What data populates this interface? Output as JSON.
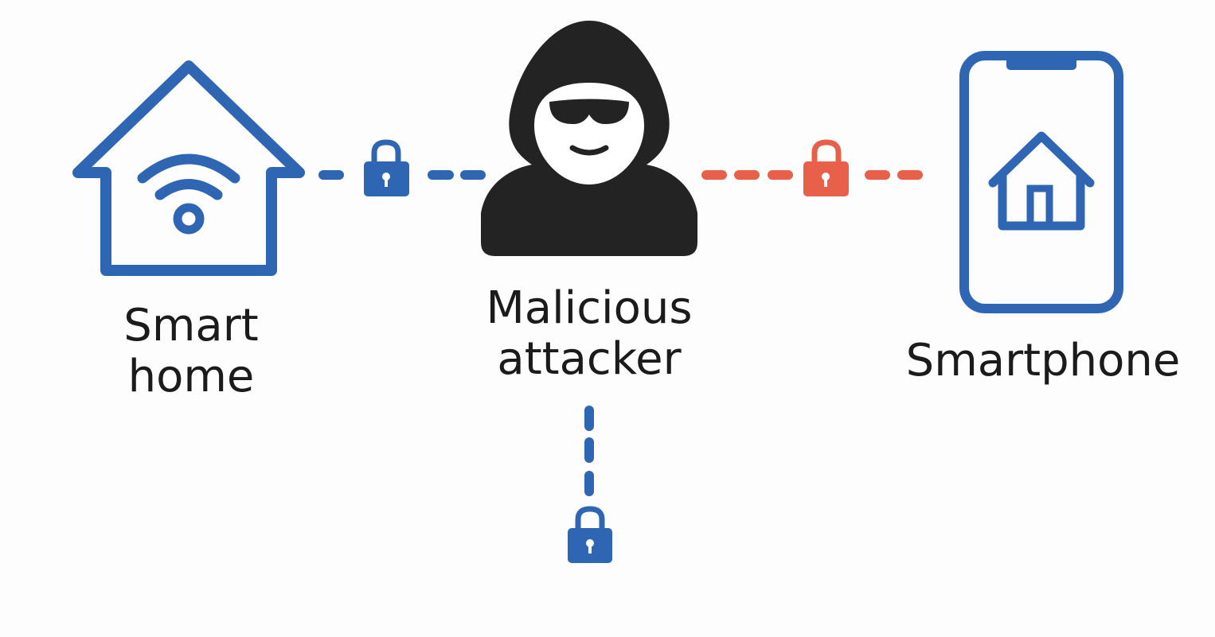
{
  "labels": {
    "smart_home": "Smart\nhome",
    "attacker": "Malicious\nattacker",
    "smartphone": "Smartphone"
  },
  "colors": {
    "secure_blue": "#2f66b3",
    "compromised_red": "#e8604a",
    "attacker_black": "#232323"
  },
  "icons": {
    "home": "smart-home-wifi-icon",
    "attacker": "hooded-hacker-icon",
    "phone": "smartphone-home-app-icon",
    "lock": "padlock-icon"
  }
}
